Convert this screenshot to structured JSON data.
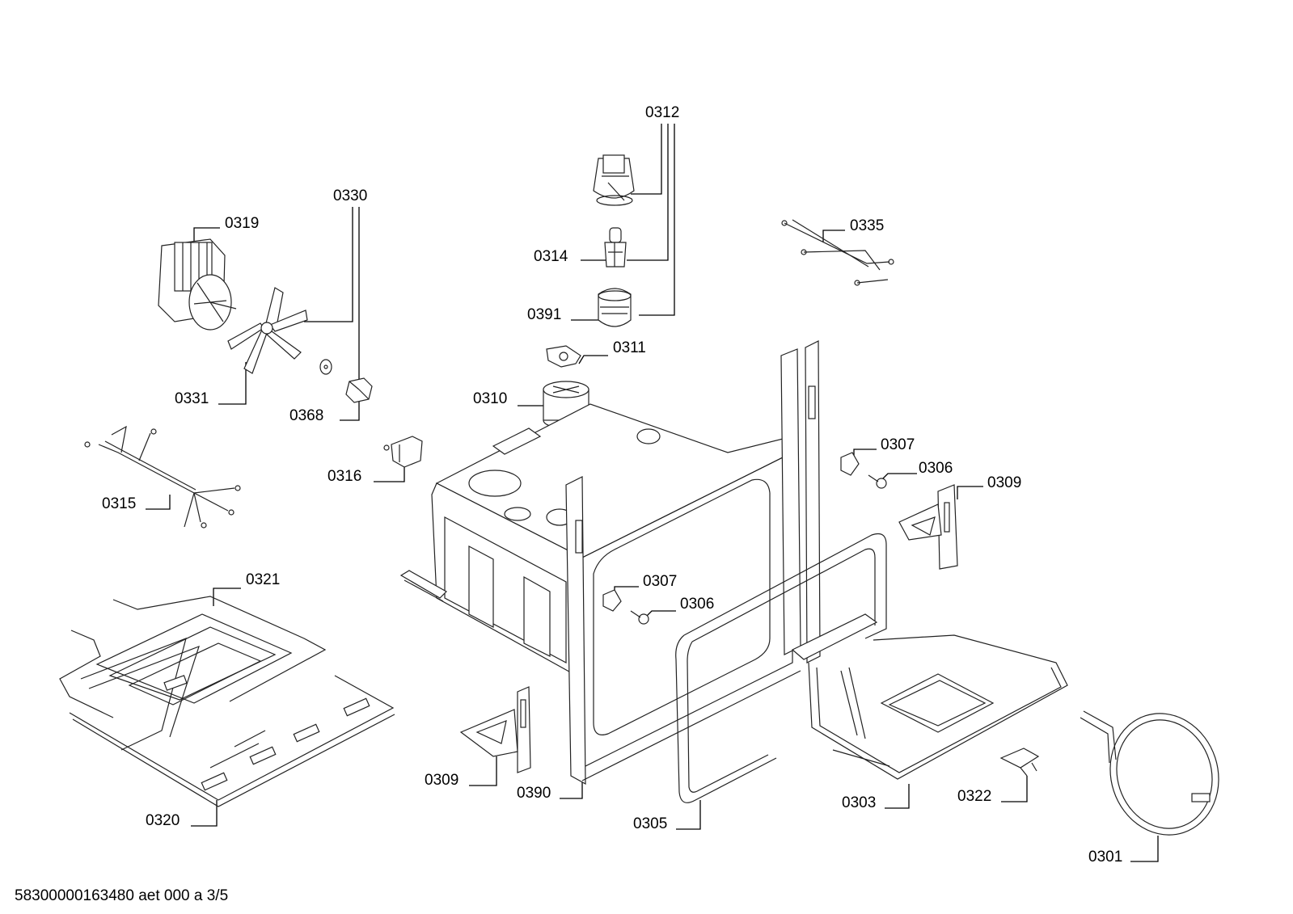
{
  "labels": {
    "p0312": "0312",
    "p0330": "0330",
    "p0319": "0319",
    "p0335": "0335",
    "p0314": "0314",
    "p0391": "0391",
    "p0311": "0311",
    "p0331": "0331",
    "p0368": "0368",
    "p0310": "0310",
    "p0307a": "0307",
    "p0306a": "0306",
    "p0316": "0316",
    "p0309a": "0309",
    "p0315": "0315",
    "p0321": "0321",
    "p0307b": "0307",
    "p0306b": "0306",
    "p0309b": "0309",
    "p0390": "0390",
    "p0303": "0303",
    "p0322": "0322",
    "p0320": "0320",
    "p0305": "0305",
    "p0301": "0301"
  },
  "footer": "58300000163480 aet 000 a 3/5"
}
